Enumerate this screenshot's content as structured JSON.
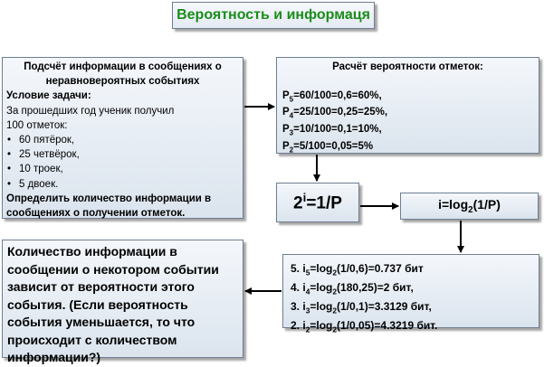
{
  "title": "Вероятность и информаця",
  "task": {
    "heading": "Подсчёт информации в сообщениях о неравновероятных событиях",
    "condition_label": "Условие задачи:",
    "intro_1": "За прошедших год ученик получил",
    "intro_2": "100 отметок:",
    "items": [
      "60 пятёрок,",
      "25 четвёрок,",
      "10 троек,",
      "5 двоек."
    ],
    "question": "Определить количество информации в сообщениях о получении отметок."
  },
  "probability": {
    "heading": "Расчёт вероятности отметок:",
    "lines": [
      {
        "sub": "5",
        "rest": "=60/100=0,6=60%,"
      },
      {
        "sub": "4",
        "rest": "=25/100=0,25=25%,"
      },
      {
        "sub": "3",
        "rest": "=10/100=0,1=10%,"
      },
      {
        "sub": "2",
        "rest": "=5/100=0,05=5%"
      }
    ]
  },
  "formula": {
    "base": "2",
    "exp": "i",
    "rest": "=1/P"
  },
  "log_formula": {
    "pre": "i=log",
    "sub": "2",
    "post": "(1/P)"
  },
  "calculations": [
    {
      "num": "5.",
      "sub": "5",
      "arg": "(1/0,6)=0.737 бит"
    },
    {
      "num": "4.",
      "sub": "4",
      "arg": "(180,25)=2 бит,"
    },
    {
      "num": "3.",
      "sub": "3",
      "arg": "(1/0,1)=3.3129 бит,"
    },
    {
      "num": "2.",
      "sub": "2",
      "arg": "(1/0,05)=4.3219 бит."
    }
  ],
  "conclusion": "Количество информации в сообщении о некотором событии зависит от вероятности этого события. (Если вероятность события уменьшается, то что происходит с количеством информации?)"
}
